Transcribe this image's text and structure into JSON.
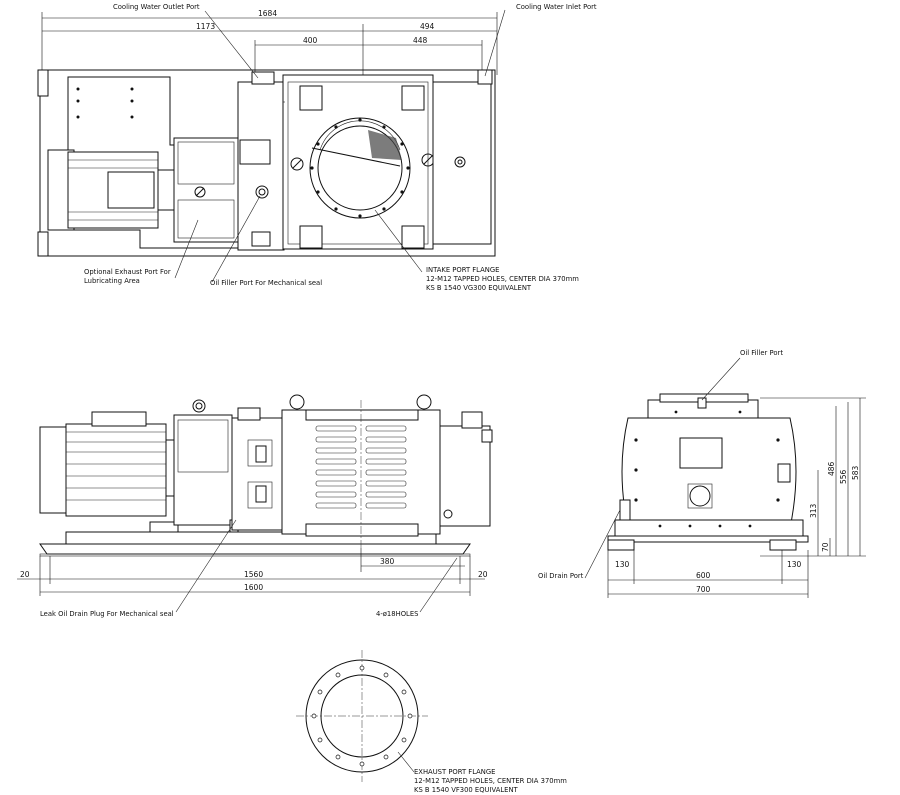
{
  "callouts": {
    "cooling_outlet": "Cooling Water Outlet Port",
    "cooling_inlet": "Cooling Water Inlet Port",
    "optional_exhaust_1": "Optional Exhaust Port For",
    "optional_exhaust_2": "Lubricating Area",
    "oil_filler_seal": "Oil Filler Port For Mechanical seal",
    "intake_1": "INTAKE PORT FLANGE",
    "intake_2": "12-M12 TAPPED HOLES, CENTER DIA 370mm",
    "intake_3": "KS B 1540 VG300 EQUIVALENT",
    "oil_filler": "Oil Filler Port",
    "oil_drain": "Oil Drain Port",
    "leak_drain": "Leak Oil Drain Plug For Mechanical seal",
    "holes": "4-ø18HOLES",
    "exhaust_1": "EXHAUST PORT FLANGE",
    "exhaust_2": "12-M12 TAPPED HOLES, CENTER DIA 370mm",
    "exhaust_3": "KS B 1540 VF300 EQUIVALENT"
  },
  "dimensions": {
    "top_overall": "1684",
    "top_1173": "1173",
    "top_494": "494",
    "top_400": "400",
    "top_448": "448",
    "front_20_left": "20",
    "front_20_right": "20",
    "front_380": "380",
    "front_1560": "1560",
    "front_1600": "1600",
    "side_130_left": "130",
    "side_130_right": "130",
    "side_600": "600",
    "side_700": "700",
    "side_583": "583",
    "side_556": "556",
    "side_486": "486",
    "side_313": "313",
    "side_70": "70"
  }
}
